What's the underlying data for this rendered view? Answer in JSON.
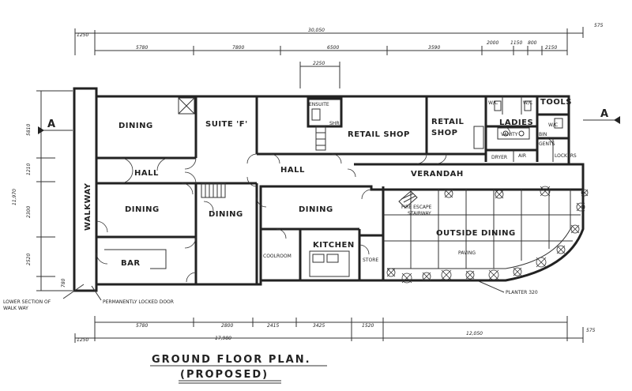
{
  "title": "GROUND FLOOR PLAN.",
  "subtitle": "(PROPOSED)",
  "section_marker": "A",
  "section_marker_right": "A",
  "rooms": {
    "dining_1": "DINING",
    "suite_f": "SUITE 'F'",
    "ensuite": "ENSUITE",
    "shr": "SHR",
    "retail_shop_1": "RETAIL SHOP",
    "retail_shop_2a": "RETAIL",
    "retail_shop_2b": "SHOP",
    "wc_1": "W/C",
    "wc_2": "W/C",
    "tools": "TOOLS",
    "ladies": "LADIES",
    "wc_3": "W/C",
    "vanity": "VANITY",
    "bin": "BIN",
    "gents": "GENTS",
    "dryer": "DRYER",
    "air": "AIR",
    "lockers": "LOCKERS",
    "hall_1": "HALL",
    "hall_2": "HALL",
    "verandah": "VERANDAH",
    "walkway": "WALKWAY",
    "dining_2": "DINING",
    "dining_3": "DINING",
    "dining_4": "DINING",
    "fire_escape_1": "FIRE ESCAPE",
    "fire_escape_2": "STAIRWAY",
    "outside_dining": "OUTSIDE DINING",
    "paving": "PAVING",
    "bar": "BAR",
    "coolroom": "COOLROOM",
    "kitchen": "KITCHEN",
    "store": "STORE"
  },
  "notes": {
    "lower_section_1": "LOWER SECTION OF",
    "lower_section_2": "WALK WAY",
    "permanently_locked": "PERMANENTLY LOCKED DOOR",
    "planter": "PLANTER 320"
  },
  "dims_top": {
    "overall": "30,050",
    "right_edge": "575",
    "left_edge": "1250",
    "d1": "5780",
    "d2": "7800",
    "d3": "6500",
    "d4": "3590",
    "d5": "2000",
    "d6": "1150",
    "d7": "800",
    "d8": "2150",
    "sub": "2250"
  },
  "dims_bottom": {
    "left_edge": "1250",
    "d1": "5780",
    "d2": "2800",
    "d3": "2415",
    "d4": "3425",
    "d5": "1520",
    "left_total": "17,980",
    "right_total": "12,050",
    "right_edge": "575"
  },
  "dims_left": {
    "overall": "11,970",
    "d1": "5810",
    "d2": "1210",
    "d3": "2300",
    "d4": "2520",
    "d5": "780"
  }
}
